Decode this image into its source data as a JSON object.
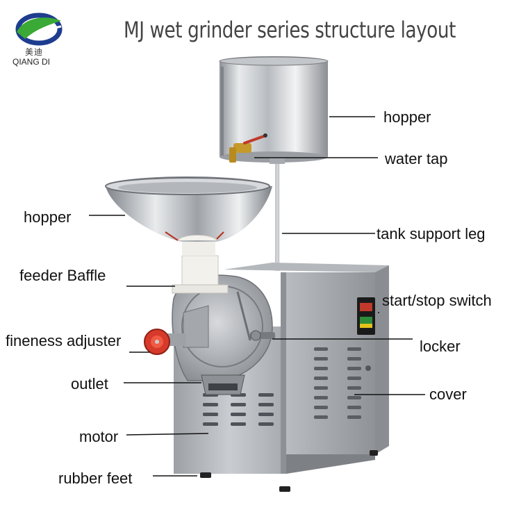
{
  "logo": {
    "brand_cn": "美迪",
    "brand_en": "QIANG DI",
    "colors": {
      "green": "#3aa935",
      "navy": "#1e3d8f"
    }
  },
  "title": "MJ wet grinder series structure layout",
  "labels": {
    "hopper_top": "hopper",
    "water_tap": "water tap",
    "hopper_left": "hopper",
    "tank_support_leg": "tank support leg",
    "feeder_baffle": "feeder Baffle",
    "start_stop_switch": "start/stop switch",
    "fineness_adjuster": "fineness adjuster",
    "locker": "locker",
    "outlet": "outlet",
    "cover": "cover",
    "motor": "motor",
    "rubber_feet": "rubber feet"
  }
}
